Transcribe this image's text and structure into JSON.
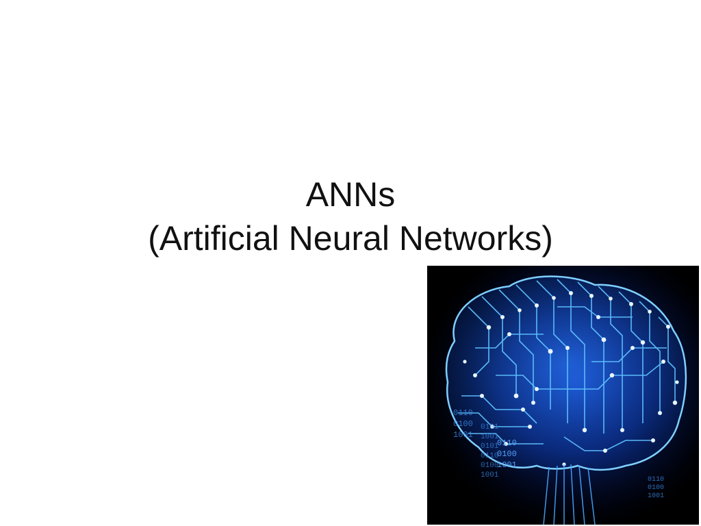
{
  "slide": {
    "title_line_1": "ANNs",
    "title_line_2": "(Artificial Neural Networks)"
  },
  "image": {
    "subject": "glowing-circuit-brain",
    "colors": {
      "background": "#000000",
      "glow": "#1f6fff",
      "trace": "#5fc2ff",
      "node": "#e8f6ff"
    },
    "binary_col_1": [
      "0110",
      "0100",
      "1001"
    ],
    "binary_col_2": [
      "0101",
      "1001",
      "0101",
      "0110",
      "0100",
      "1001"
    ],
    "binary_col_3": [
      "0110",
      "0100",
      "1001"
    ],
    "binary_col_4": [
      "0110",
      "0100",
      "1001"
    ]
  }
}
